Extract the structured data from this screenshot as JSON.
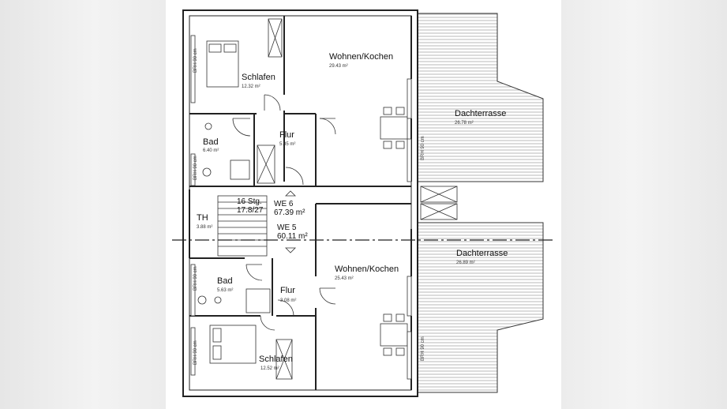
{
  "rooms": {
    "schlafen_top": {
      "name": "Schlafen",
      "area": "12.32 m²"
    },
    "wohnen_top": {
      "name": "Wohnen/Kochen",
      "area": "29.43 m²"
    },
    "bad_top": {
      "name": "Bad",
      "area": "6.40 m²"
    },
    "flur_top": {
      "name": "Flur",
      "area": "5.85 m²"
    },
    "terrasse_top": {
      "name": "Dachterrasse",
      "area": "26.78 m²"
    },
    "th": {
      "name": "TH",
      "area": "3.88 m²"
    },
    "terrasse_bottom": {
      "name": "Dachterrasse",
      "area": "26.89 m²"
    },
    "wohnen_bottom": {
      "name": "Wohnen/Kochen",
      "area": "25.43 m²"
    },
    "bad_bottom": {
      "name": "Bad",
      "area": "5.63 m²"
    },
    "flur_bottom": {
      "name": "Flur",
      "area": "3.08 m²"
    },
    "schlafen_bottom": {
      "name": "Schlafen",
      "area": "12.52 m²"
    }
  },
  "stairs": {
    "count": "16 Stg.",
    "ratio": "17.8/27"
  },
  "units": {
    "we6": {
      "name": "WE 6",
      "area": "67.39 m²"
    },
    "we5": {
      "name": "WE 5",
      "area": "60.11 m²"
    }
  },
  "sill_label": "BRH 90 cm"
}
